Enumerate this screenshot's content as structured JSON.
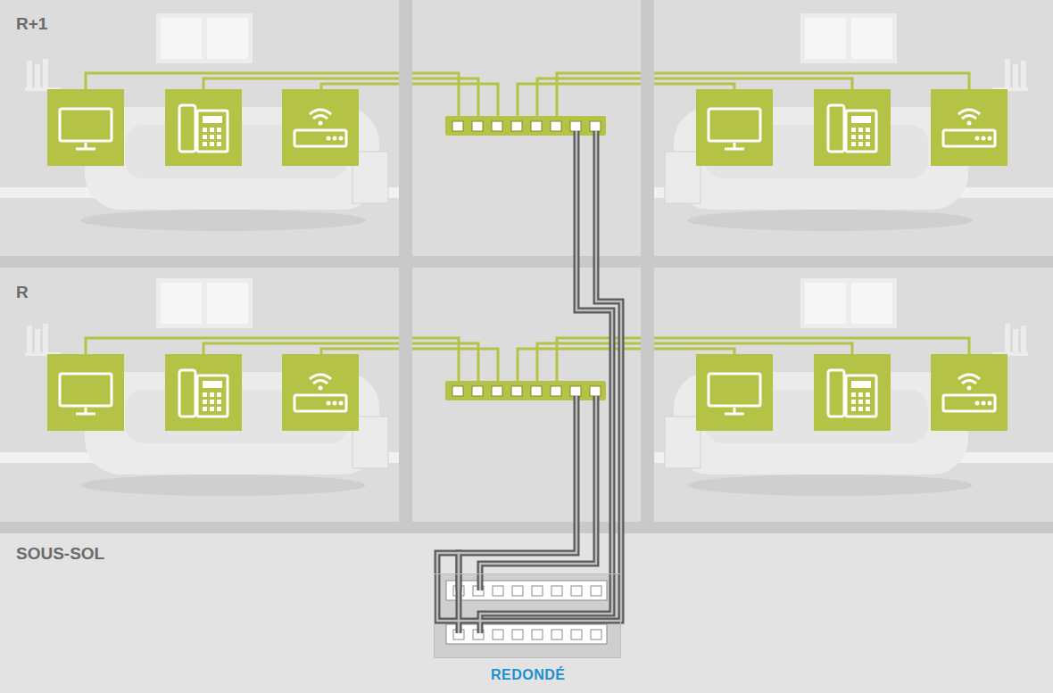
{
  "diagram": {
    "nodes": [
      {
        "text": [
          "REDONDÉ"
        ]
      }
    ],
    "labels": [
      "R+1",
      "R",
      "SOUS-SOL"
    ]
  }
}
